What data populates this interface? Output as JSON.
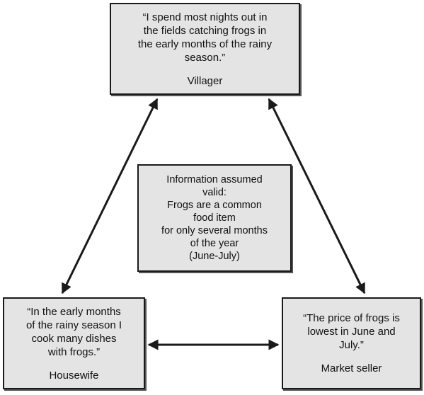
{
  "villager": {
    "quote": "“I spend most nights out in\nthe fields catching frogs in\nthe early months of the rainy\nseason.”",
    "speaker": "Villager"
  },
  "info": {
    "text": "Information assumed\nvalid:\nFrogs are a common\nfood item\nfor only several months\nof the year\n(June-July)"
  },
  "housewife": {
    "quote": "“In the early months\nof the rainy season I\ncook many dishes\nwith frogs.”",
    "speaker": "Housewife"
  },
  "market_seller": {
    "quote": "“The price of frogs is\nlowest in June and\nJuly.”",
    "speaker": "Market seller"
  },
  "colors": {
    "box_fill": "#e4e4e4",
    "stroke": "#1a1a1a"
  }
}
